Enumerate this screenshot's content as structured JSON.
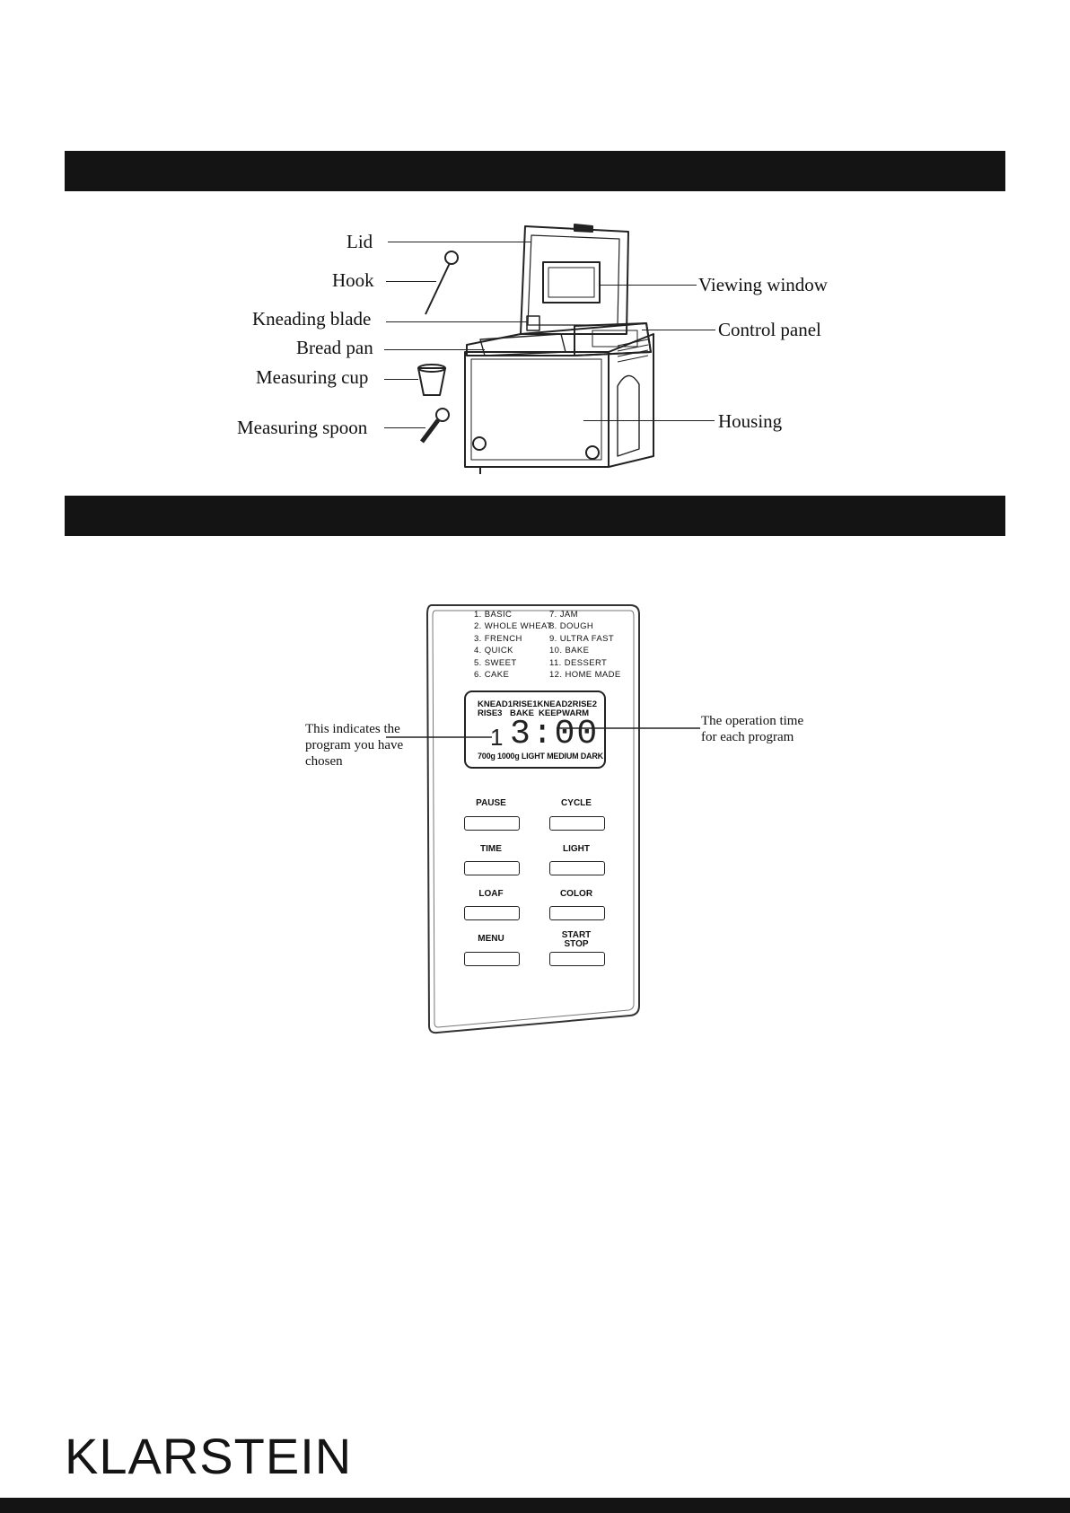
{
  "section1": {
    "labels": {
      "lid": "Lid",
      "hook": "Hook",
      "kneading_blade": "Kneading blade",
      "bread_pan": "Bread pan",
      "measuring_cup": "Measuring cup",
      "measuring_spoon": "Measuring spoon",
      "viewing_window": "Viewing window",
      "control_panel": "Control panel",
      "housing": "Housing"
    }
  },
  "section2": {
    "programs_left": [
      "1. BASIC",
      "2. WHOLE WHEAT",
      "3. FRENCH",
      "4. QUICK",
      "5. SWEET",
      "6. CAKE"
    ],
    "programs_right": [
      "7. JAM",
      "8. DOUGH",
      "9. ULTRA FAST",
      "10. BAKE",
      "11. DESSERT",
      "12. HOME MADE"
    ],
    "display": {
      "row1": [
        "KNEAD1",
        "RISE1",
        "KNEAD2",
        "RISE2"
      ],
      "row2": [
        "RISE3",
        "BAKE",
        "KEEP",
        "WARM"
      ],
      "program_number": "1",
      "time": "3:00",
      "bottom": "700g 1000g LIGHT MEDIUM DARK"
    },
    "buttons": {
      "pause": "PAUSE",
      "cycle": "CYCLE",
      "time": "TIME",
      "light": "LIGHT",
      "loaf": "LOAF",
      "color": "COLOR",
      "menu": "MENU",
      "start": "START",
      "stop": "STOP"
    },
    "annotation_left": [
      "This indicates the",
      "program you have",
      "chosen"
    ],
    "annotation_right": [
      "The operation time",
      "for each program"
    ]
  },
  "brand": "KLARSTEIN"
}
